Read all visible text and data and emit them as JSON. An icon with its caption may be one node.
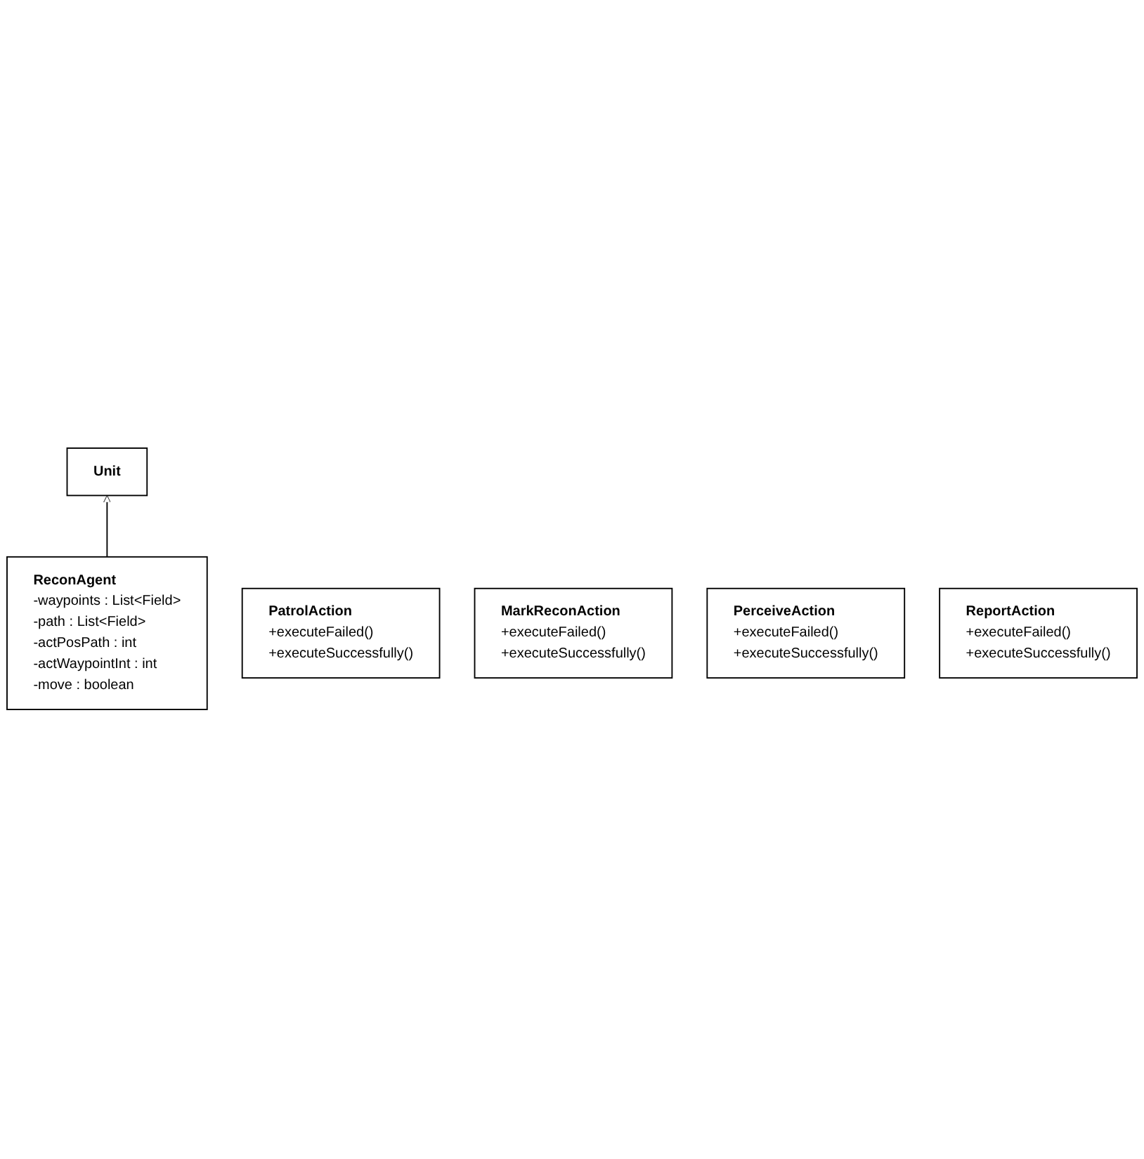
{
  "diagram": {
    "nodes": [
      {
        "text": [
          "Unit"
        ]
      },
      {
        "text": [
          "ReconAgent",
          "-waypoints : List<Field>",
          "-path : List<Field>",
          "-actPosPath : int",
          "-actWaypointInt : int",
          "-move : boolean"
        ]
      },
      {
        "text": [
          "PatrolAction",
          "+executeFailed()",
          "+executeSuccessfully()"
        ]
      },
      {
        "text": [
          "MarkReconAction",
          "+executeFailed()",
          "+executeSuccessfully()"
        ]
      },
      {
        "text": [
          "PerceiveAction",
          "+executeFailed()",
          "+executeSuccessfully()"
        ]
      },
      {
        "text": [
          "ReportAction",
          "+executeFailed()",
          "+executeSuccessfully()"
        ]
      }
    ],
    "edges": [
      {
        "from": 1,
        "to": 0,
        "arrow": "to"
      }
    ]
  }
}
